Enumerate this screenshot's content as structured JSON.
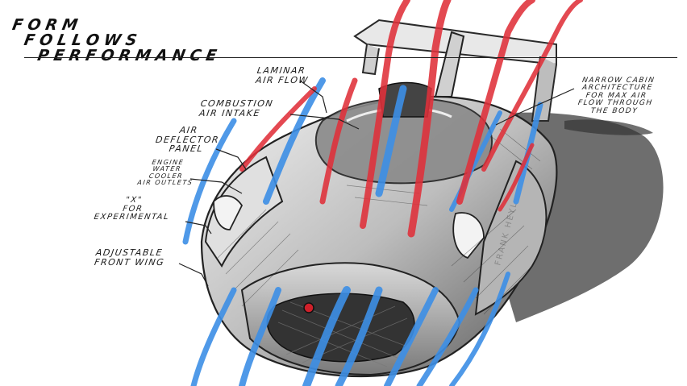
{
  "title": {
    "line1": "FORM",
    "line2": "FOLLOWS",
    "line3": "PERFORMANCE"
  },
  "annotations": {
    "laminar_air_flow": "LAMINAR\nAIR FLOW",
    "combustion_air_intake": "COMBUSTION\nAIR INTAKE",
    "air_deflector_panel": "AIR\nDEFLECTOR\nPANEL",
    "engine_water_cooler": "ENGINE\nWATER\nCOOLER\nAIR OUTLETS",
    "experimental": "\"X\"\nFOR\nEXPERIMENTAL",
    "adjustable_front_wing": "ADJUSTABLE\nFRONT WING",
    "narrow_cabin": "NARROW CABIN\nARCHITECTURE\nFOR MAX AIR\nFLOW THROUGH\nTHE BODY"
  },
  "colors": {
    "cool_air": "#3d8fe6",
    "hot_air": "#e0303a",
    "pencil": "#2a2a2a",
    "shadow": "#555555"
  }
}
